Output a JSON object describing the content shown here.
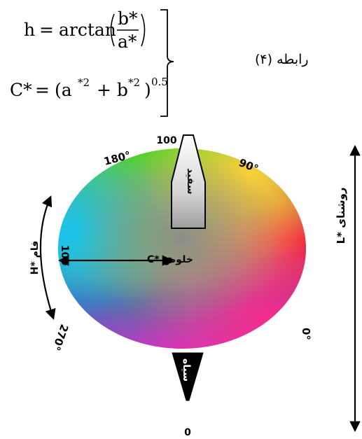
{
  "equations": {
    "hue": {
      "lhs": "h",
      "op": "=",
      "func": "arctan",
      "numerator": "b*",
      "denominator": "a*"
    },
    "chroma": {
      "lhs": "C*",
      "op": "=",
      "open": "(a",
      "plus": "+ b",
      "close": ")",
      "exp_inner": "*2",
      "exp_outer": "0.5"
    },
    "relation_label": "رابطه (۴)"
  },
  "diagram": {
    "angle_top_left": "180°",
    "angle_top_right": "90°",
    "angle_right": "0°",
    "angle_bottom_left": "270°",
    "white_top_value": "100",
    "white_bottom_value": "0",
    "white_label": "سفید",
    "black_label": "سیاه",
    "black_value": "0",
    "chroma_label": "خلوص *C",
    "chroma_value": "100",
    "hue_label": "فام *H",
    "lightness_label": "روشنای *L"
  }
}
